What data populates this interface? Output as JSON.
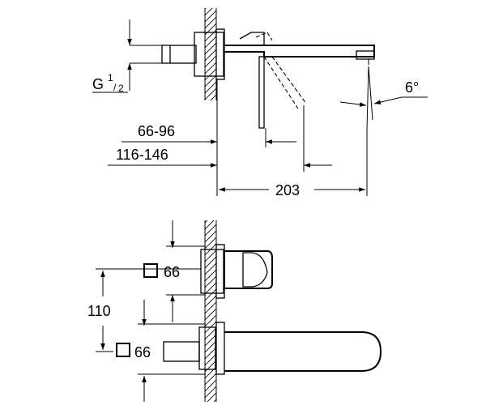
{
  "drawing": {
    "top_view": {
      "thread_size": "G",
      "thread_num": "1",
      "thread_den": "2",
      "angle": "6°",
      "dim_a": "66-96",
      "dim_b": "116-146",
      "dim_c": "203"
    },
    "front_view": {
      "plate_top": "66",
      "plate_bottom": "66",
      "spacing": "110"
    }
  }
}
